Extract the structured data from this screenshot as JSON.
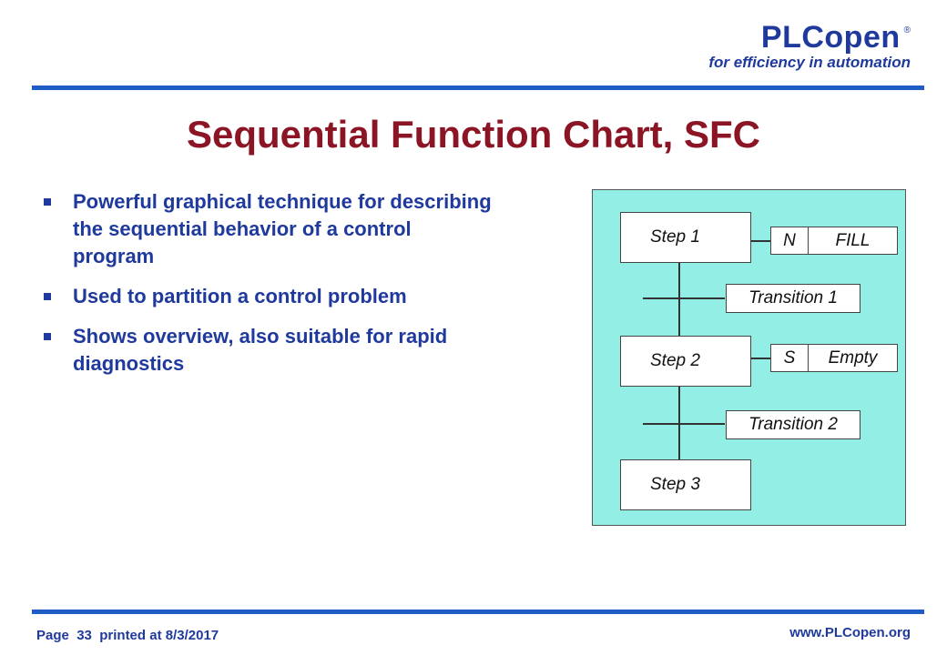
{
  "logo": {
    "name": "PLCopen",
    "registered": "®",
    "tagline": "for efficiency in automation"
  },
  "title": "Sequential Function Chart, SFC",
  "bullets": [
    "Powerful graphical technique for describing the sequential behavior of a control program",
    "Used to partition a control problem",
    "Shows overview, also suitable for rapid diagnostics"
  ],
  "sfc": {
    "steps": [
      "Step 1",
      "Step 2",
      "Step 3"
    ],
    "actions": [
      {
        "qualifier": "N",
        "name": "FILL"
      },
      {
        "qualifier": "S",
        "name": "Empty"
      }
    ],
    "transitions": [
      "Transition 1",
      "Transition 2"
    ],
    "colors": {
      "background": "#93efe6"
    }
  },
  "footer": {
    "page_label": "Page",
    "page_number": "33",
    "printed": "printed at 8/3/2017",
    "url": "www.PLCopen.org"
  },
  "colors": {
    "accent": "#1f3a9c",
    "title": "#8b1524",
    "rule": "#1e5dc8"
  }
}
